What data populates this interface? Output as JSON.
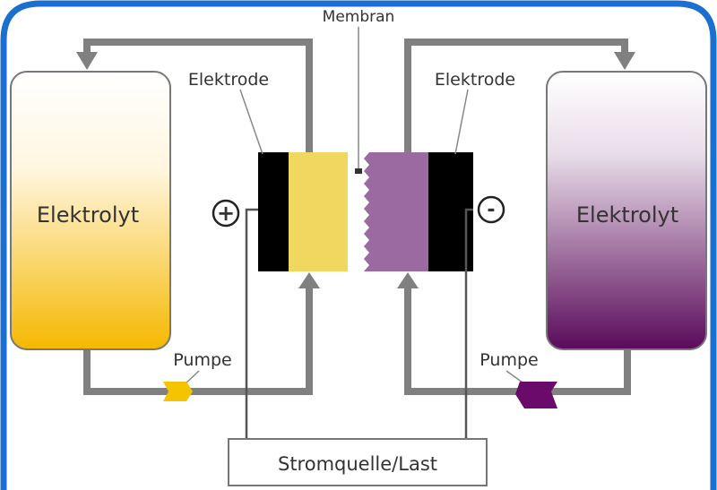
{
  "title_labels": {
    "membrane": "Membran",
    "electrode_left": "Elektrode",
    "electrode_right": "Elektrode",
    "electrolyte_left": "Elektrolyt",
    "electrolyte_right": "Elektrolyt",
    "pump_left": "Pumpe",
    "pump_right": "Pumpe",
    "plus": "+",
    "minus": "-",
    "source_load": "Stromquelle/Last"
  },
  "colors": {
    "frame": "#1a6fd0",
    "pipe": "#808080",
    "positive_electrolyte": "#f5b800",
    "negative_electrolyte": "#5a0a5a",
    "positive_half_cell": "#f0d860",
    "negative_half_cell": "#9a6aa0",
    "electrode": "#000000"
  }
}
